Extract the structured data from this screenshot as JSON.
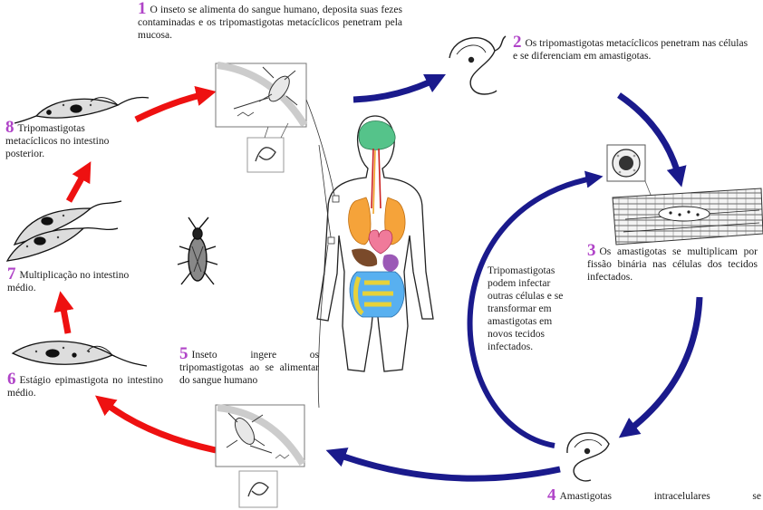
{
  "steps": [
    {
      "n": "1",
      "text": "O inseto se alimenta do sangue humano, deposita suas fezes contaminadas e os tripomastigotas metacíclicos penetram pela mucosa."
    },
    {
      "n": "2",
      "text": "Os tripomastigotas metacíclicos penetram nas células e se diferenciam em amastigotas."
    },
    {
      "n": "3",
      "text": "Os amastigotas se multiplicam por fissão binária nas células dos tecidos infectados."
    },
    {
      "n": "4",
      "text": "Amastigotas intracelulares se"
    },
    {
      "n": "5",
      "text": "Inseto ingere os tripomastigotas ao se alimentar do sangue humano"
    },
    {
      "n": "6",
      "text": "Estágio epimastigota no intestino médio."
    },
    {
      "n": "7",
      "text": "Multiplicação no intestino médio."
    },
    {
      "n": "8",
      "text": "Tripomastigotas metacíclicos no intestino posterior."
    }
  ],
  "side_note": "Tripomastigotas podem infectar outras células e se transformar em amastigotas em novos tecidos infectados.",
  "colors": {
    "human_cycle": "#1a1a8c",
    "insect_cycle": "#ee1111",
    "step_number": "#b044c8"
  }
}
